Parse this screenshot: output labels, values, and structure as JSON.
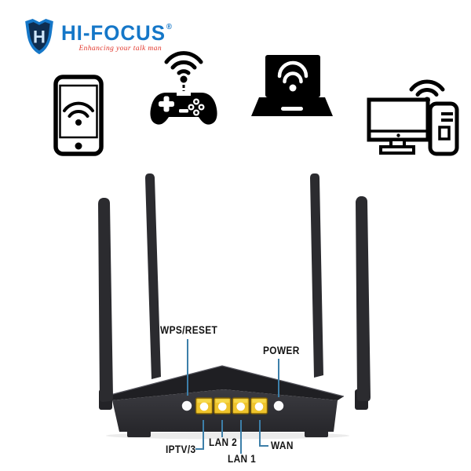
{
  "brand": {
    "name": "HI-FOCUS",
    "registered_mark": "®",
    "tagline": "Enhancing your talk man",
    "shield_letter": "H"
  },
  "connected_devices": [
    {
      "label": "tablet",
      "icon": "tablet-wifi-icon"
    },
    {
      "label": "game-controller",
      "icon": "game-controller-wifi-icon"
    },
    {
      "label": "laptop",
      "icon": "laptop-wifi-icon"
    },
    {
      "label": "desktop-pc",
      "icon": "desktop-pc-wifi-icon"
    }
  ],
  "router": {
    "callouts": {
      "wps_reset": "WPS/RESET",
      "power": "POWER",
      "iptv3": "IPTV/3",
      "lan2": "LAN 2",
      "lan1": "LAN 1",
      "wan": "WAN"
    },
    "ports_count": 4,
    "antennas_count": 4
  },
  "colors": {
    "logo_blue": "#1577c8",
    "tagline_red": "#e2372c",
    "callout_line_blue": "#3d7fa9",
    "port_yellow": "#eec32b",
    "router_body": "#2b2b2f",
    "label_text": "#141414"
  }
}
